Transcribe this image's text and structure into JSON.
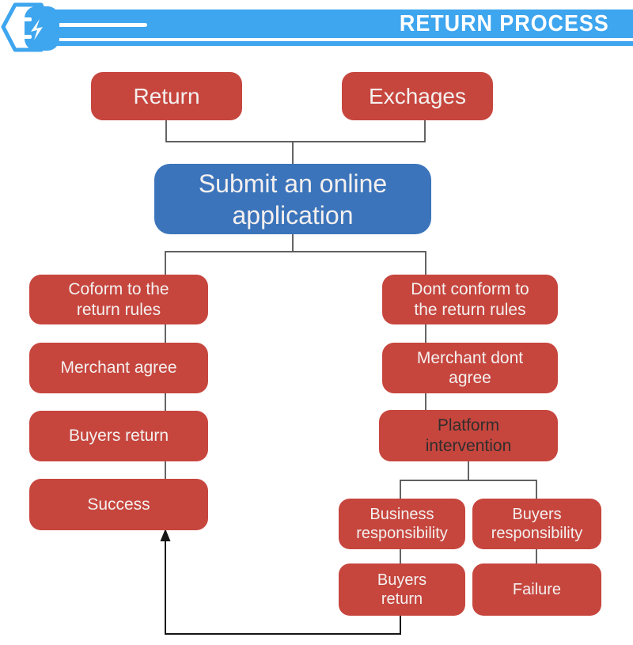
{
  "header": {
    "title": "RETURN PROCESS",
    "icon": "lightning-bolt-icon"
  },
  "colors": {
    "header_blue": "#3EA5EF",
    "node_red": "#C6463E",
    "node_blue": "#3B74BB",
    "node_text_light": "#F4F0EF",
    "node_text_dark": "#322D2D",
    "connector": "#4A4A4A",
    "arrow": "#161616"
  },
  "nodes": {
    "return": "Return",
    "exchanges": "Exchages",
    "submit": "Submit an online\napplication",
    "conform": "Coform to the\nreturn rules",
    "merchant_agree": "Merchant agree",
    "buyers_return": "Buyers return",
    "success": "Success",
    "dont_conform": "Dont conform to\nthe return rules",
    "merchant_dont_agree": "Merchant dont\nagree",
    "platform_intervention": "Platform\nintervention",
    "business_responsibility": "Business\nresponsibility",
    "buyers_responsibility": "Buyers\nresponsibility",
    "buyers_return_2": "Buyers\nreturn",
    "failure": "Failure"
  }
}
